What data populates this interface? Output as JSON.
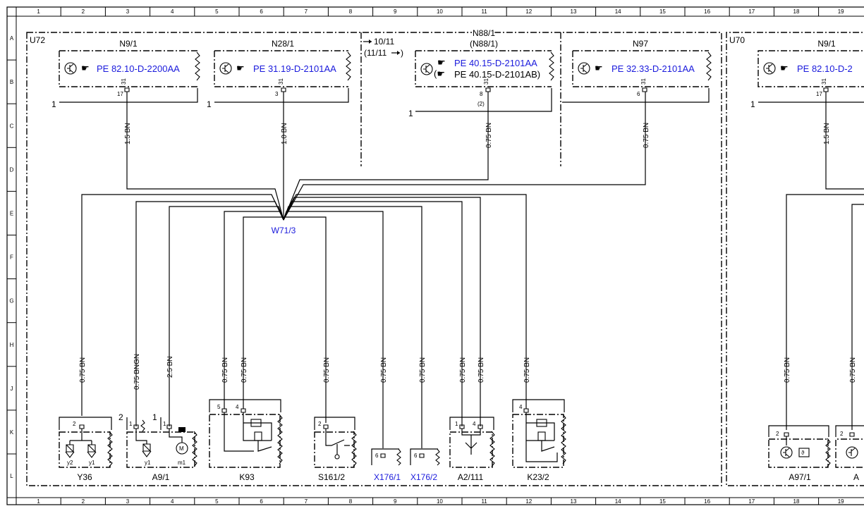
{
  "grid": {
    "columns": [
      "1",
      "2",
      "3",
      "4",
      "5",
      "6",
      "7",
      "8",
      "9",
      "10",
      "11",
      "12",
      "13",
      "14",
      "15",
      "16",
      "17",
      "18",
      "19"
    ],
    "rows": [
      "A",
      "B",
      "C",
      "D",
      "E",
      "F",
      "G",
      "H",
      "J",
      "K",
      "L"
    ]
  },
  "groups": {
    "u72": "U72",
    "u70": "U70",
    "n88_group": "N88/1",
    "ref_to": "10/11",
    "ref_from": "(11/11"
  },
  "modules": {
    "n91": {
      "name": "N9/1",
      "ref": "PE 82.10-D-2200AA",
      "pin_wire": "31",
      "pin_no": "17"
    },
    "n281": {
      "name": "N28/1",
      "ref": "PE 31.19-D-2101AA",
      "pin_wire": "31",
      "pin_no": "3"
    },
    "n881": {
      "name": "(N88/1)",
      "ref": "PE 40.15-D-2101AA",
      "ref2": "PE 40.15-D-2101AB)",
      "pin_wire": "31",
      "pin_no": "8",
      "pin_alt": "(2)"
    },
    "n97": {
      "name": "N97",
      "ref": "PE 32.33-D-2101AA",
      "pin_wire": "31",
      "pin_no": "6"
    },
    "n91b": {
      "name": "N9/1",
      "ref": "PE 82.10-D-2",
      "pin_wire": "31",
      "pin_no": "17"
    }
  },
  "ground_marks": {
    "g1": "1",
    "g2": "1",
    "g3": "1",
    "g4": "1"
  },
  "splice": "W71/3",
  "wires": {
    "n91": "1.5 BN",
    "n281": "1.0 BN",
    "n881": "0.75 BN",
    "n97": "0.75 BN",
    "n91b": "1.5 BN",
    "y36": "0.75 BN",
    "a91_1": "0.75 BNGN",
    "a91_2": "2.5 BN",
    "k93_1": "0.75 BN",
    "k93_2": "0.75 BN",
    "s1612": "0.75 BN",
    "x1761": "0.75 BN",
    "x1762": "0.75 BN",
    "a2111_1": "0.75 BN",
    "a2111_2": "0.75 BN",
    "k232": "0.75 BN",
    "a971": "0.75 BN",
    "a97x": "0.75 BN"
  },
  "components": {
    "y36": {
      "name": "Y36",
      "pin": "2",
      "sub1": "y2",
      "sub2": "y1"
    },
    "a91": {
      "name": "A9/1",
      "pin1": "1",
      "pin2": "1",
      "outer1": "2",
      "outer2": "1",
      "sub1": "y1",
      "sub2": "m1",
      "motor": "M"
    },
    "k93": {
      "name": "K93",
      "pin1": "5",
      "pin2": "4"
    },
    "s1612": {
      "name": "S161/2",
      "pin": "2"
    },
    "x1761": {
      "name": "X176/1",
      "pin": "6"
    },
    "x1762": {
      "name": "X176/2",
      "pin": "6"
    },
    "a2111": {
      "name": "A2/111",
      "pin1": "1",
      "pin2": "4"
    },
    "k232": {
      "name": "K23/2",
      "pin": "4"
    },
    "a971": {
      "name": "A97/1",
      "pin": "2",
      "sym": "ϑ"
    },
    "a97x": {
      "name": "A",
      "pin": "2"
    }
  }
}
